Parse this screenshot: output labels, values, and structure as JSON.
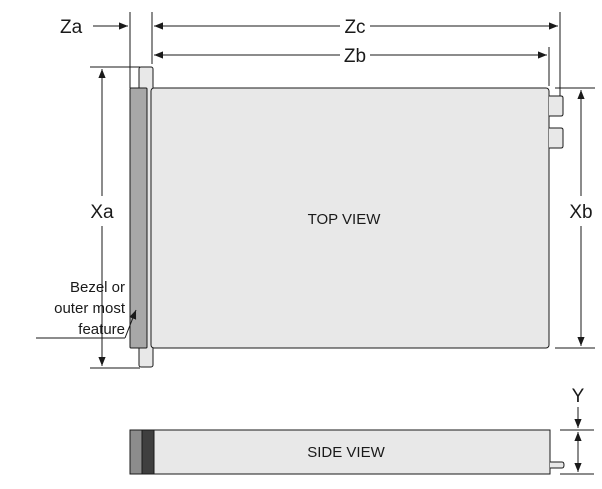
{
  "dimensions": {
    "za": "Za",
    "zb": "Zb",
    "zc": "Zc",
    "xa": "Xa",
    "xb": "Xb",
    "y": "Y"
  },
  "views": {
    "top": "TOP VIEW",
    "side": "SIDE VIEW"
  },
  "callout": {
    "line1": "Bezel or",
    "line2": "outer most",
    "line3": "feature"
  },
  "colors": {
    "chassis_fill": "#e8e8e8",
    "bezel_fill": "#a8a8a8",
    "bezel_dark": "#3f3f3f",
    "line": "#1a1a1a"
  }
}
